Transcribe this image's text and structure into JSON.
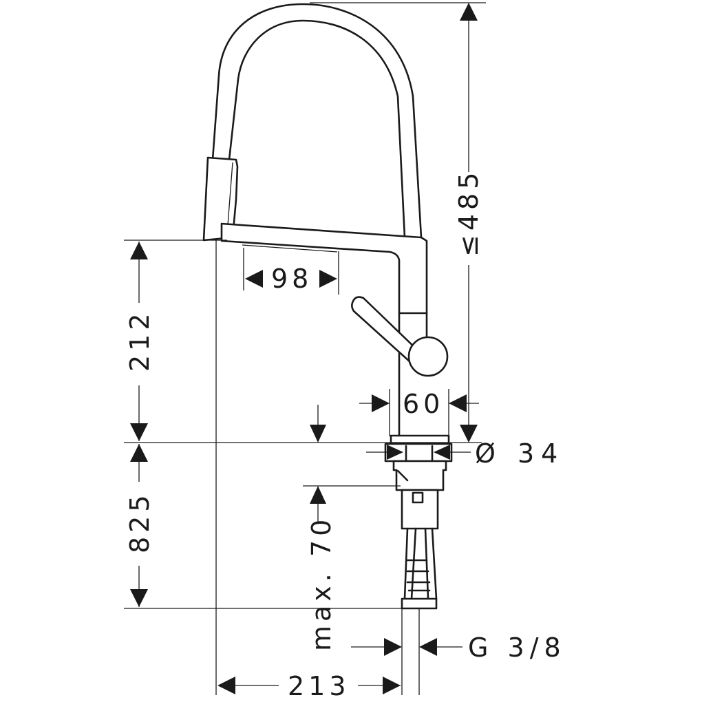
{
  "dimensions": {
    "spout_height": "≤485",
    "spout_reach": "98",
    "height_above_deck": "212",
    "body_width": "60",
    "hole_diameter": "Ø 34",
    "total_length": "825",
    "max_deck_thickness": "max. 70",
    "connection_thread": "G 3/8",
    "projection": "213"
  }
}
